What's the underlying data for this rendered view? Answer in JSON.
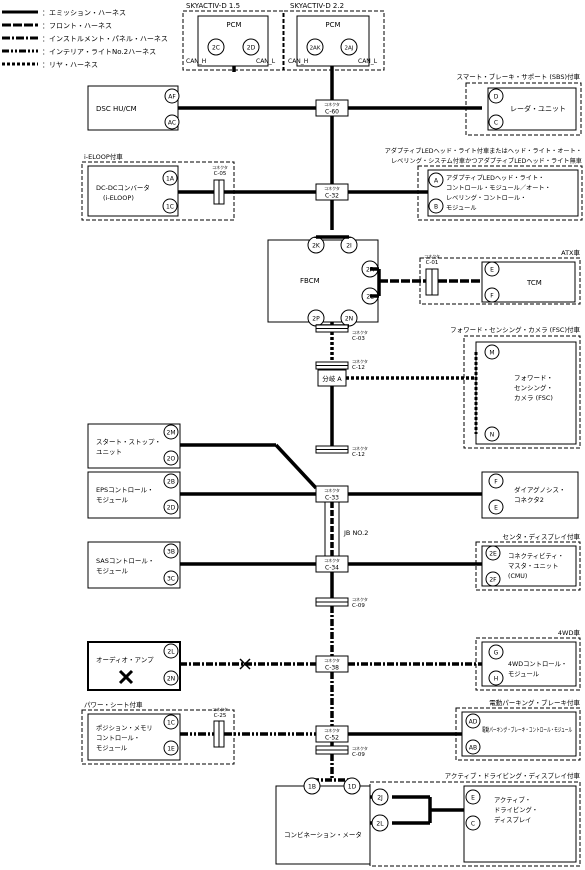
{
  "legend": [
    {
      "label": "：エミッション・ハーネス",
      "style": "solid"
    },
    {
      "label": "：フロント・ハーネス",
      "style": "dash"
    },
    {
      "label": "：インストルメント・パネル・ハーネス",
      "style": "dashdot"
    },
    {
      "label": "：インテリア・ライトNo.2ハーネス",
      "style": "dashdotdot"
    },
    {
      "label": "：リヤ・ハーネス",
      "style": "dots"
    }
  ],
  "conn_small": "コネクタ",
  "engine_15": "SKYACTIV-D 1.5",
  "engine_22": "SKYACTIV-D 2.2",
  "pcm": {
    "label": "PCM",
    "pin_a15": "2C",
    "pin_b15": "2D",
    "pin_a22": "2AK",
    "pin_b22": "2AJ",
    "canh": "CAN_H",
    "canl": "CAN_L"
  },
  "connectors": {
    "c60": "C-60",
    "c32": "C-32",
    "c05": "C-05",
    "c01": "C-01",
    "c03": "C-03",
    "c12a": "C-12",
    "c12b": "C-12",
    "c33": "C-33",
    "c34": "C-34",
    "c09a": "C-09",
    "c38": "C-38",
    "c25": "C-25",
    "c52": "C-52",
    "c09b": "C-09"
  },
  "dsc": {
    "label": "DSC HU/CM",
    "p1": "AF",
    "p2": "AC"
  },
  "sbs": {
    "caption": "スマート・ブレーキ・サポート (SBS)付車",
    "label": "レーダ・ユニット",
    "p1": "D",
    "p2": "C"
  },
  "eloop": {
    "caption": "i-ELOOP付車",
    "label1": "DC-DCコンバータ",
    "label2": "(i-ELOOP)",
    "p1": "1A",
    "p2": "1C"
  },
  "adaptive": {
    "caption1": "アダプティブLEDヘッド・ライト付車またはヘッド・ライト・オート・",
    "caption2": "レベリング・システム付車かつアダプティブLEDヘッド・ライト無車",
    "label1": "アダプティブLEDヘッド・ライト・",
    "label2": "コントロール・モジュール／オート・",
    "label3": "レベリング・コントロール・",
    "label4": "モジュール",
    "p1": "A",
    "p2": "B"
  },
  "fbcm": {
    "label": "FBCM",
    "p1": "2K",
    "p2": "2I",
    "p3": "2R",
    "p4": "2L",
    "p5": "2P",
    "p6": "2N"
  },
  "tcm": {
    "caption": "ATX車",
    "label": "TCM",
    "p1": "E",
    "p2": "F"
  },
  "fsc": {
    "caption": "フォワード・センシング・カメラ (FSC)付車",
    "label1": "フォワード・",
    "label2": "センシング・",
    "label3": "カメラ (FSC)",
    "p1": "M",
    "p2": "N"
  },
  "branch": "分岐 A",
  "start_stop": {
    "label1": "スタート・ストップ・",
    "label2": "ユニット",
    "p1": "2M",
    "p2": "2O"
  },
  "eps": {
    "label1": "EPSコントロール・",
    "label2": "モジュール",
    "p1": "2B",
    "p2": "2D"
  },
  "dlc": {
    "label1": "ダイアグノシス・",
    "label2": "コネクタ2",
    "p1": "F",
    "p2": "E"
  },
  "jb": "JB NO.2",
  "sas": {
    "label1": "SASコントロール・",
    "label2": "モジュール",
    "p1": "3B",
    "p2": "3C"
  },
  "cmu": {
    "caption": "センタ・ディスプレイ付車",
    "label1": "コネクティビティ・",
    "label2": "マスタ・ユニット",
    "label3": "(CMU)",
    "p1": "2E",
    "p2": "2F"
  },
  "audio": {
    "label": "オーディオ・アンプ",
    "p1": "2L",
    "p2": "2N"
  },
  "awd": {
    "caption": "4WD車",
    "label1": "4WDコントロール・",
    "label2": "モジュール",
    "p1": "G",
    "p2": "H"
  },
  "power_seat": {
    "caption": "パワー・シート付車",
    "label1": "ポジション・メモリ",
    "label2": "コントロール・",
    "label3": "モジュール",
    "p1": "1C",
    "p2": "1E"
  },
  "epb": {
    "caption": "電動パーキング・ブレーキ付車",
    "label": "電動パーキング・ブレーキ・コントロール・モジュール",
    "p1": "AD",
    "p2": "AB"
  },
  "meter": {
    "label": "コンビネーション・メータ",
    "p1": "1B",
    "p2": "1D"
  },
  "add": {
    "caption": "アクティブ・ドライビング・ディスプレイ付車",
    "label1": "アクティブ・",
    "label2": "ドライビング・",
    "label3": "ディスプレイ",
    "p1": "2J",
    "p2": "2L",
    "p3": "E",
    "p4": "C"
  }
}
